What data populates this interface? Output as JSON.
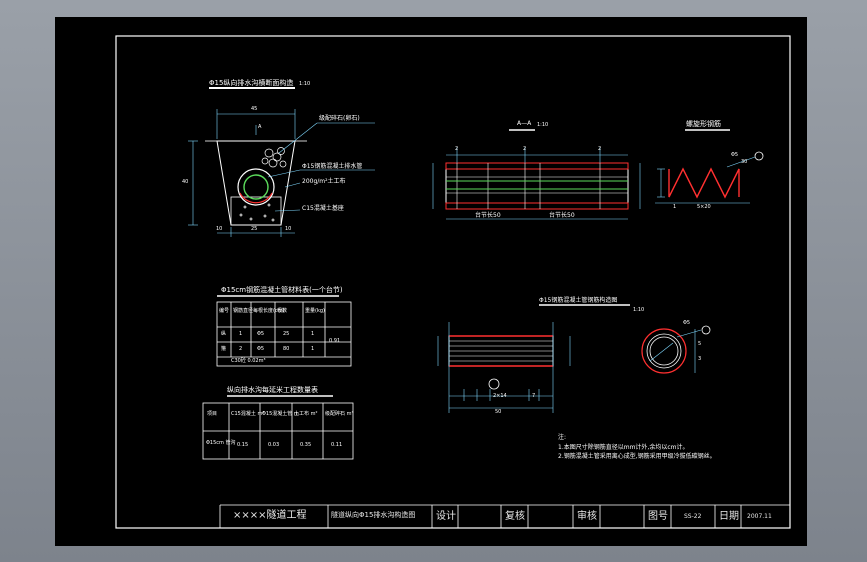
{
  "title_block": {
    "project": "××××隧道工程",
    "drawing_title": "隧道纵向Φ15排水沟构造图",
    "design": "设计",
    "review": "复核",
    "approve": "审核",
    "drawing_no_label": "图号",
    "drawing_no": "SS-22",
    "date_label": "日期",
    "date": "2007.11"
  },
  "views": {
    "cross_section": {
      "title": "Φ15纵向排水沟横断面构造",
      "scale": "1:10",
      "width_top": "45",
      "height": "40",
      "dim_bottom_left": "10",
      "dim_bottom_mid": "25",
      "dim_bottom_right": "10",
      "section_mark": "A",
      "note_gravel": "级配碎石(卵石)",
      "note_pipe": "Φ15钢筋混凝土排水管",
      "note_geotextile": "200g/m²土工布",
      "note_base": "C15混凝土基座"
    },
    "section_aa": {
      "title": "A—A",
      "scale": "1:10",
      "dim_2": "2",
      "label_joint_a": "台节长50",
      "label_joint_b": "台节长50"
    },
    "spiral_bar": {
      "title": "螺旋形钢筋",
      "phi": "Φ5",
      "pitch": "30",
      "length_dim": "5×20",
      "side_dim": "1"
    },
    "steel_table": {
      "title": "Φ15cm钢筋混凝土管材料表(一个台节)",
      "headers": [
        "编号",
        "钢筋直径",
        "每根长度(cm)",
        "根数",
        "重量(kg)"
      ],
      "rows": [
        [
          "纵",
          "1",
          "Φ5",
          "25",
          "1"
        ],
        [
          "箍",
          "2",
          "Φ5",
          "80",
          "1"
        ]
      ],
      "weight_total": "0.91",
      "concrete": "C30砼  0.02m³"
    },
    "pipe_detail": {
      "title": "Φ15钢筋混凝土管钢筋构造图",
      "scale": "1:10",
      "phi": "Φ5",
      "length": "50",
      "dim_pattern": "2×14",
      "dim_a": "7",
      "dim_b": "5",
      "dim_c": "3"
    },
    "quantity_table": {
      "title": "纵向排水沟每延米工程数量表",
      "headers": [
        "项目",
        "C15混凝土 m³",
        "Φ15混凝土管 m",
        "土工布 m²",
        "级配碎石 m³"
      ],
      "row": [
        "Φ15cm 管沟",
        "0.15",
        "0.03",
        "0.35",
        "0.11"
      ]
    },
    "notes": {
      "title": "注:",
      "line1": "1.本图尺寸除钢筋直径以mm计外,余均以cm计。",
      "line2": "2.钢筋混凝土管采用离心成型,钢筋采用甲级冷拔低碳钢丝。"
    }
  },
  "colors": {
    "background": "#000000",
    "line": "#ffffff",
    "cyan": "#7fd9ff",
    "red": "#ff3030",
    "green": "#5cdc5c",
    "yellow": "#ffe27a"
  }
}
